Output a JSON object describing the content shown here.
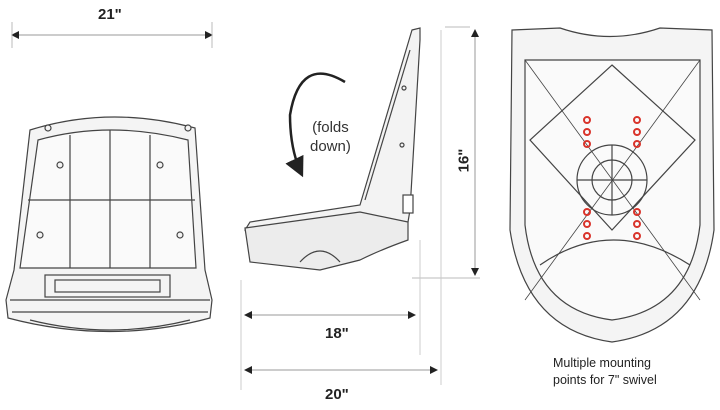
{
  "dimensions": {
    "width": "21\"",
    "height": "16\"",
    "seat_depth": "18\"",
    "overall_depth": "20\""
  },
  "fold_note": {
    "line1": "(folds",
    "line2": "down)"
  },
  "caption": {
    "line1": "Multiple mounting",
    "line2": "points for 7\" swivel"
  },
  "colors": {
    "line": "#333333",
    "dimension": "#999999",
    "mount_points": "#d9342b"
  }
}
